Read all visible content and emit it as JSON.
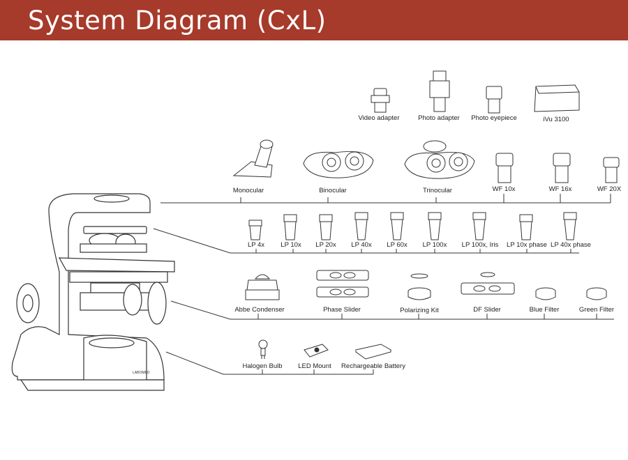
{
  "title": "System Diagram (CxL)",
  "colors": {
    "header": "#a63a2b",
    "line": "#333333",
    "fill": "#ffffff"
  },
  "brand": "LABOMED",
  "rows": {
    "camera": [
      "Video adapter",
      "Photo adapter",
      "Photo eyepiece",
      "iVu 3100"
    ],
    "heads": [
      "Monocular",
      "Binocular",
      "Trinocular",
      "WF 10x",
      "WF 16x",
      "WF 20X"
    ],
    "objectives": [
      "LP 4x",
      "LP 10x",
      "LP 20x",
      "LP 40x",
      "LP 60x",
      "LP 100x",
      "LP 100x, Iris",
      "LP 10x phase",
      "LP 40x phase"
    ],
    "condensers": [
      "Abbe Condenser",
      "Phase Slider",
      "Polarizing Kit",
      "DF Slider",
      "Blue Filter",
      "Green Filter"
    ],
    "illumination": [
      "Halogen Bulb",
      "LED Mount",
      "Rechargeable Battery"
    ]
  }
}
